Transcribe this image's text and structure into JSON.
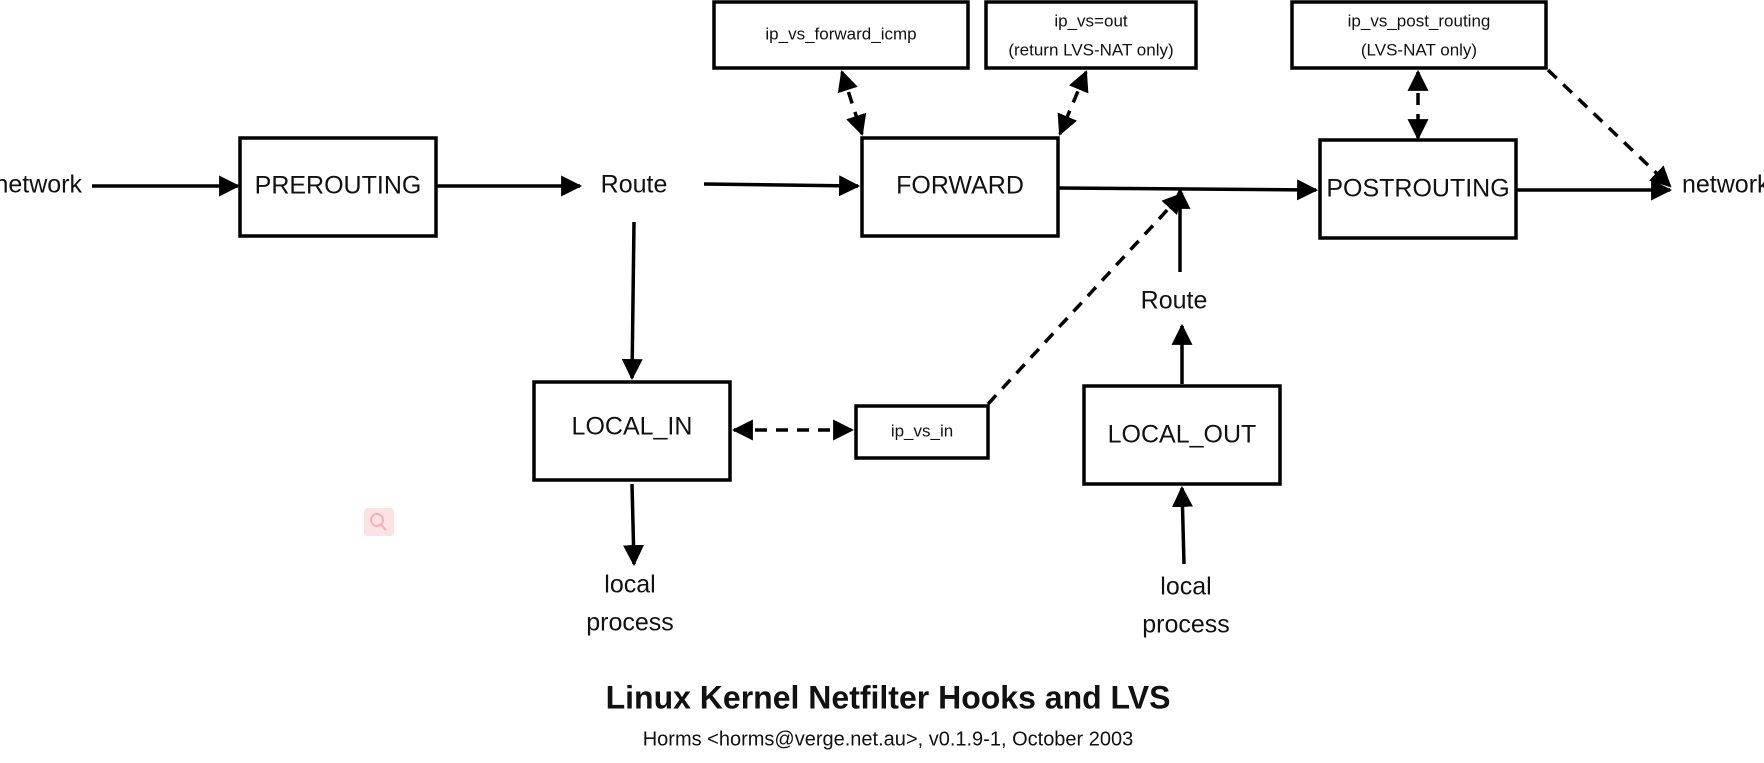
{
  "colors": {
    "stroke": "#000000",
    "text": "#111111",
    "background": "#ffffff",
    "zoom_badge": "#fbe3e3"
  },
  "nodes": {
    "prerouting": "PREROUTING",
    "forward": "FORWARD",
    "postrouting": "POSTROUTING",
    "local_in": "LOCAL_IN",
    "local_out": "LOCAL_OUT",
    "ip_vs_forward_icmp": "ip_vs_forward_icmp",
    "ip_vs_out_line1": "ip_vs=out",
    "ip_vs_out_line2": "(return LVS-NAT only)",
    "ip_vs_post_routing_line1": "ip_vs_post_routing",
    "ip_vs_post_routing_line2": "(LVS-NAT only)",
    "ip_vs_in": "ip_vs_in"
  },
  "labels": {
    "network_in": "network",
    "network_out": "network",
    "route_top": "Route",
    "route_bottom": "Route",
    "local_process_in_line1": "local",
    "local_process_in_line2": "process",
    "local_process_out_line1": "local",
    "local_process_out_line2": "process"
  },
  "caption": {
    "title": "Linux Kernel Netfilter Hooks and LVS",
    "subtitle": "Horms <horms@verge.net.au>, v0.1.9-1, October 2003"
  },
  "icons": {
    "zoom": "magnifier-icon"
  }
}
